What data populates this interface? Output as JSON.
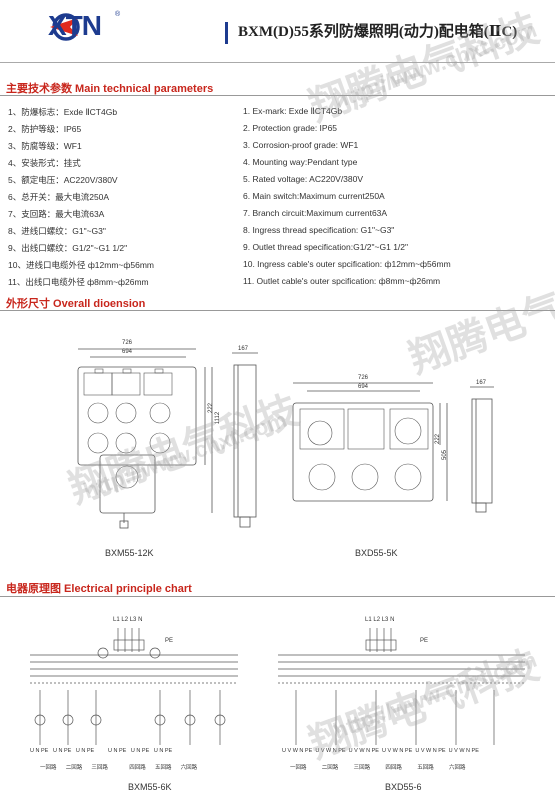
{
  "header": {
    "brand": "XTN",
    "registered": "®",
    "title": "BXM(D)55系列防爆照明(动力)配电箱(ⅡC)"
  },
  "watermark": {
    "cn": "翔腾电气科技",
    "url": "http://www.chxt.com"
  },
  "sections": {
    "technical": "主要技术参数 Main technical parameters",
    "dimensions": "外形尺寸 Overall dioension",
    "electrical": "电器原理图 Electrical principle chart"
  },
  "params_cn": [
    "1、防爆标志：Exde ⅡCT4Gb",
    "2、防护等级：IP65",
    "3、防腐等级：WF1",
    "4、安装形式：挂式",
    "5、额定电压：AC220V/380V",
    "6、总开关：最大电流250A",
    "7、支回路：最大电流63A",
    "8、进线口螺纹：G1\"~G3\"",
    "9、出线口螺纹：G1/2\"~G1 1/2\"",
    "10、进线口电缆外径 ф12mm~ф56mm",
    "11、出线口电缆外径 ф8mm~ф26mm"
  ],
  "params_en": [
    "1. Ex-mark: Exde ⅡCT4Gb",
    "2. Protection grade: IP65",
    "3. Corrosion-proof grade: WF1",
    "4. Mounting way:Pendant type",
    "5. Rated voltage: AC220V/380V",
    "6. Main switch:Maximum current250A",
    "7. Branch circuit:Maximum current63A",
    "8. Ingress thread specification: G1\"~G3\"",
    "9. Outlet thread specification:G1/2\"~G1 1/2\"",
    "10. Ingress cable's outer spcification: ф12mm~ф56mm",
    "11. Outlet cable's outer spcification: ф8mm~ф26mm"
  ],
  "dimension_labels": {
    "a_total": "726",
    "a_inner": "694",
    "a_depth": "167",
    "a_h1": "222",
    "a_h2": "1112",
    "b_total": "726",
    "b_inner": "694",
    "b_depth": "167",
    "b_h1": "222",
    "b_h2": "505"
  },
  "captions": {
    "dim_left": "BXM55-12K",
    "dim_right": "BXD55-5K",
    "ckt_left": "BXM55-6K",
    "ckt_right": "BXD55-6"
  },
  "circuit": {
    "bus": [
      "L1",
      "L2",
      "L3",
      "N"
    ],
    "pe": "PE",
    "terminals_single": "U N PE",
    "terminals_three": "U V W N PE",
    "branches": [
      "一回路",
      "二回路",
      "三回路",
      "四回路",
      "五回路",
      "六回路"
    ]
  }
}
